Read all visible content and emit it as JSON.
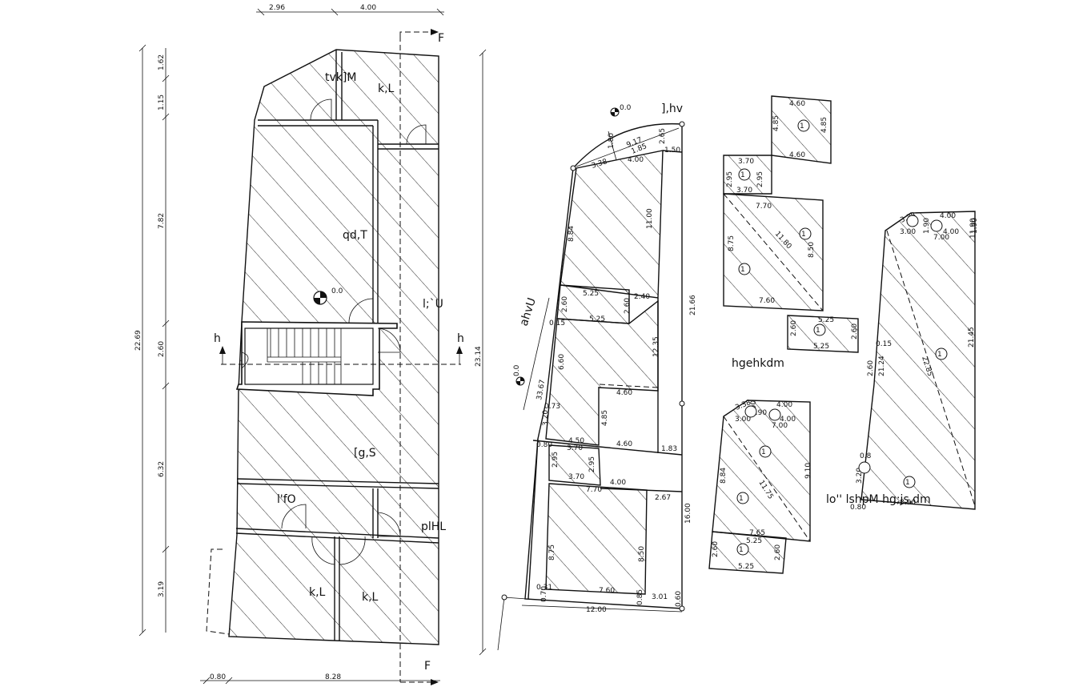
{
  "plan": {
    "top_dims": [
      "2.96",
      "4.00"
    ],
    "bottom_dims": [
      "0.80",
      "8.28"
    ],
    "left_dims": [
      "1.62",
      "1.15",
      "7.82",
      "2.60",
      "6.32",
      "3.19"
    ],
    "left_total": "22.69",
    "right_total": "23.14",
    "section_mark": "F",
    "hmark": "h",
    "level": "0.0",
    "rooms": {
      "top_left": "tvk]M",
      "top_right": "k,L",
      "hall": "qd,T",
      "right_mid": "l;`U",
      "lower": "[g,S",
      "small_left": "l'fO",
      "small_right": "plHL",
      "bottom_left": "k,L",
      "bottom_right": "k,L"
    }
  },
  "area": {
    "title": "],hv",
    "side_label": "ahvU",
    "level": "0.0",
    "dims": [
      "1.80",
      "9.17",
      "1.85",
      "2.65",
      "1.50",
      "3.38",
      "4.00",
      "11.00",
      "8.84",
      "21.66",
      "5.25",
      "2.60",
      "2.40",
      "2.60",
      "5.25",
      "0.15",
      "12.35",
      "6.60",
      "33.67",
      "4.60",
      "4.85",
      "0.73",
      "3.20",
      "0.80",
      "4.50",
      "3.70",
      "4.60",
      "1.83",
      "2.95",
      "2.95",
      "3.70",
      "4.00",
      "7.70",
      "2.67",
      "16.00",
      "8.75",
      "8.50",
      "7.60",
      "3.01",
      "0.85",
      "0.31",
      "0.70",
      "12.00",
      "0.60"
    ]
  },
  "calc": {
    "label_mid": "hgehkdm",
    "label_bottom": "lo'' lshpM hg;js,dm",
    "mark": "1"
  },
  "pieces": {
    "p1": [
      "4.60",
      "4.85",
      "4.85",
      "4.60"
    ],
    "p2": [
      "3.70",
      "2.95",
      "2.95",
      "3.70"
    ],
    "p3": [
      "7.70",
      "11.80",
      "8.75",
      "8.50",
      "7.60"
    ],
    "p4": [
      "5.25",
      "2.60",
      "2.60",
      "5.25"
    ],
    "p5": [
      "3.38",
      "4.00",
      "1.90",
      "1.90",
      "3.00",
      "4.00",
      "7.00",
      "8.84",
      "11.75",
      "9.10",
      "7.65",
      "5.25",
      "2.60",
      "2.60",
      "5.25"
    ],
    "p6": [
      "3.38",
      "4.00",
      "1.90",
      "1.90",
      "3.00",
      "4.00",
      "7.00",
      "11.90",
      "0.15",
      "2.60",
      "21.24",
      "22.85",
      "21.45",
      "0.8",
      "3.20",
      "0.80",
      "8.90"
    ]
  }
}
